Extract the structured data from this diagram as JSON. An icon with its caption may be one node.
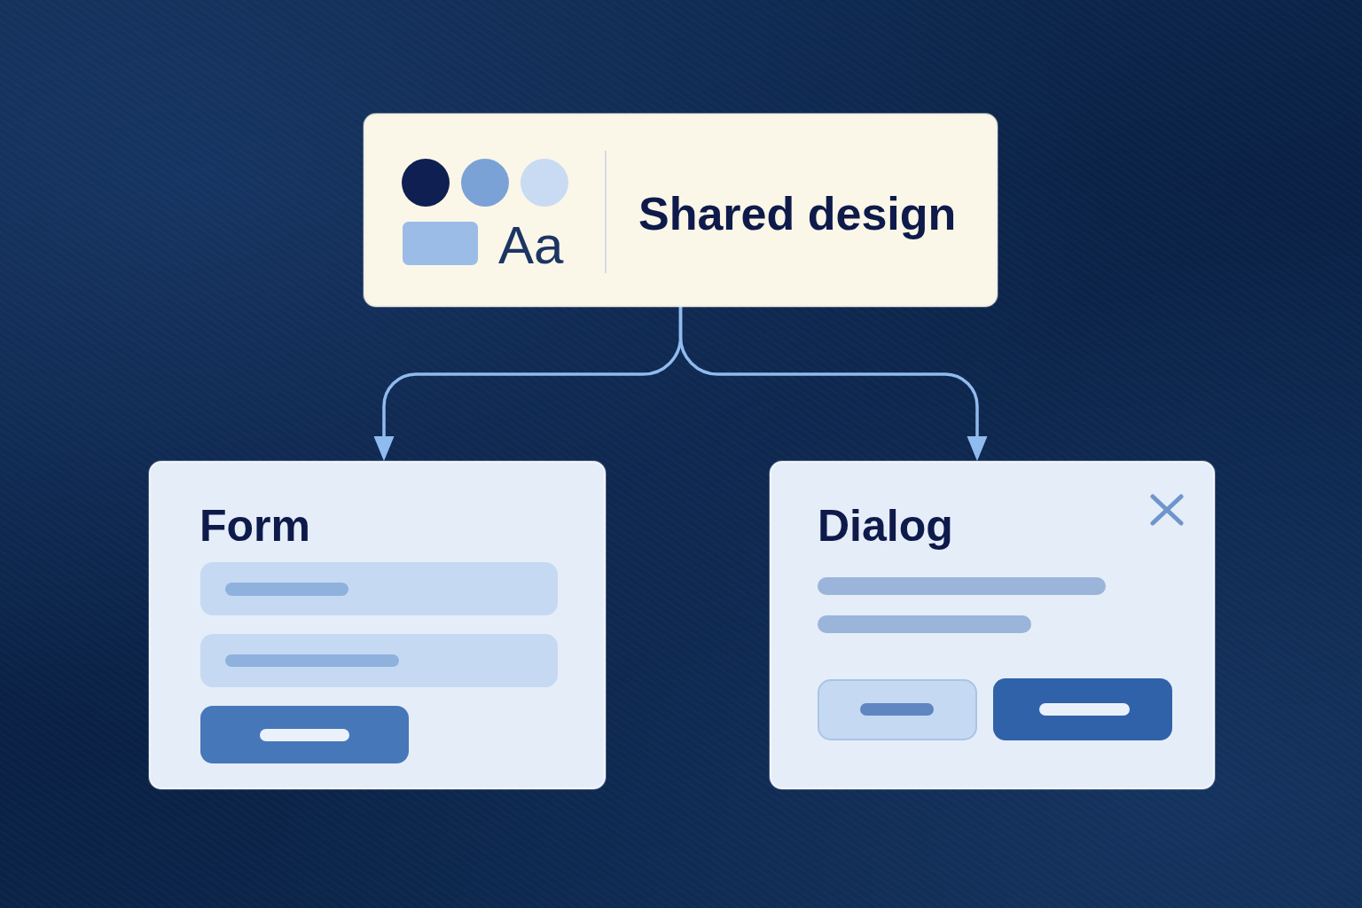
{
  "diagram": {
    "nodes": [
      {
        "text": [
          "Aa",
          "Shared design"
        ]
      },
      {
        "text": [
          "Form"
        ]
      },
      {
        "text": [
          "Dialog"
        ]
      }
    ],
    "edges": [
      {
        "from": 0,
        "to": 1,
        "arrow": "to"
      },
      {
        "from": 0,
        "to": 2,
        "arrow": "to"
      }
    ]
  }
}
